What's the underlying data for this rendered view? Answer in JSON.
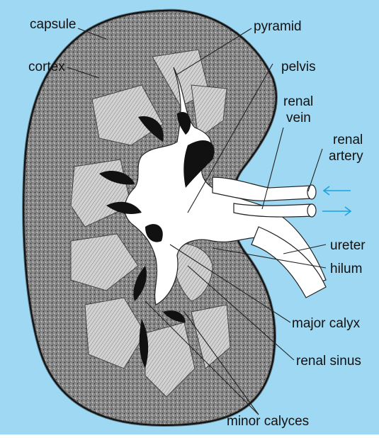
{
  "colors": {
    "background": "#9fd8f2",
    "tissue": "#8a8a8a",
    "medulla": "#d2d2d2",
    "sinus": "#ffffff",
    "calyx_dark": "#111111",
    "line": "#222222",
    "arrow": "#1aa3e0"
  },
  "labels": {
    "capsule": "capsule",
    "cortex": "cortex",
    "pyramid": "pyramid",
    "pelvis": "pelvis",
    "renal_vein_1": "renal",
    "renal_vein_2": "vein",
    "renal_artery_1": "renal",
    "renal_artery_2": "artery",
    "ureter": "ureter",
    "hilum": "hilum",
    "major_calyx": "major calyx",
    "renal_sinus": "renal sinus",
    "minor_calyces": "minor calyces"
  },
  "arrows": [
    {
      "id": "vein-flow",
      "direction": "left"
    },
    {
      "id": "artery-flow",
      "direction": "right"
    }
  ]
}
